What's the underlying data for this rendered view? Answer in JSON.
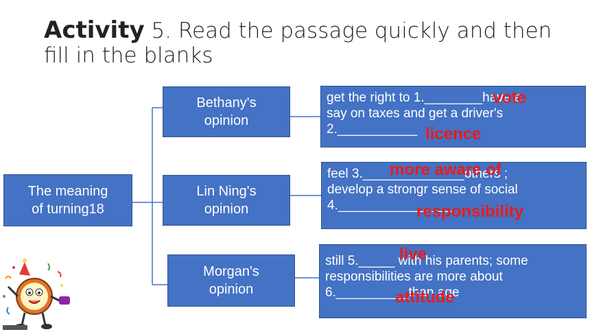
{
  "title": {
    "bold": "Activity",
    "rest": " 5. Read the passage quickly and then fill in the blanks"
  },
  "root": {
    "line1": "The meaning",
    "line2": "of turning18"
  },
  "people": [
    {
      "line1": "Bethany's",
      "line2": "opinion"
    },
    {
      "line1": "Lin Ning's",
      "line2": "opinion"
    },
    {
      "line1": "Morgan's",
      "line2": "opinion"
    }
  ],
  "details": [
    {
      "lines": [
        "get the right to 1.________have a",
        "say on taxes and get a driver's",
        "2.___________"
      ]
    },
    {
      "lines": [
        "feel 3.______________others ;",
        "develop a strongr  sense of social",
        "4.________________"
      ]
    },
    {
      "lines": [
        "still 5._____ with his parents; some",
        "responsibilities are more about",
        "6.__________than age"
      ]
    }
  ],
  "answers": {
    "a1": "vote",
    "a2": "licence",
    "a3": "more aware of",
    "a4": "responsibility",
    "a5": "live",
    "a6": "attitude"
  },
  "colors": {
    "box": "#4472c4",
    "answer": "#e81c1c",
    "connector": "#4472c4"
  },
  "mascot": {
    "icon": "party-clock-mascot-icon"
  }
}
